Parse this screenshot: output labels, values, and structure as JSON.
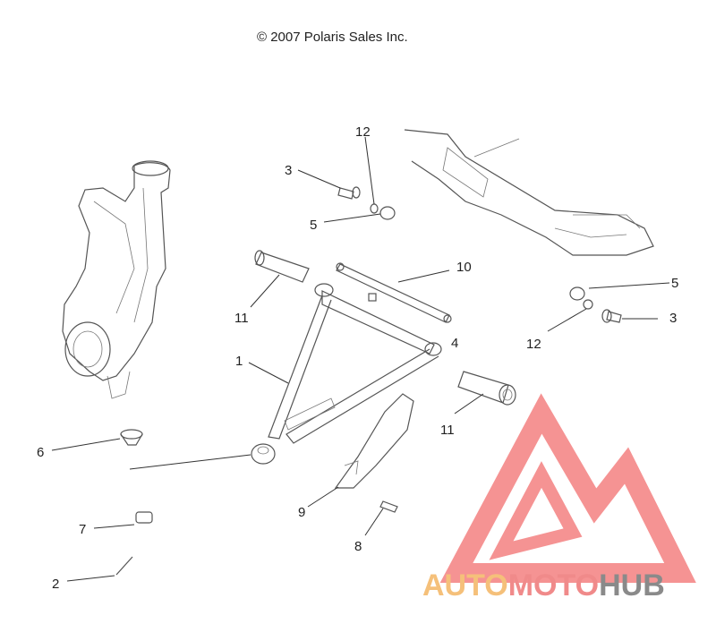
{
  "copyright": "© 2007 Polaris Sales Inc.",
  "callouts": {
    "c1": "1",
    "c2": "2",
    "c3a": "3",
    "c3b": "3",
    "c4": "4",
    "c5a": "5",
    "c5b": "5",
    "c6": "6",
    "c7": "7",
    "c8": "8",
    "c9": "9",
    "c10": "10",
    "c11a": "11",
    "c11b": "11",
    "c12a": "12",
    "c12b": "12"
  },
  "watermark": {
    "part1": "AUTO",
    "part2": "MOTO",
    "part3": "HUB",
    "color_auto": "#f5c07a",
    "color_moto": "#f08a8a",
    "color_hub": "#8a8a8a",
    "color_logo": "#f26f6f"
  }
}
